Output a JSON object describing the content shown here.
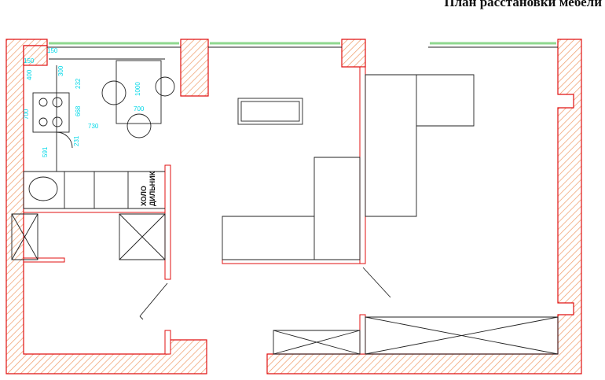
{
  "title": "План расстановки мебели",
  "dimensions": [
    "150",
    "150",
    "400",
    "300",
    "232",
    "700",
    "668",
    "730",
    "1000",
    "700",
    "231",
    "591"
  ],
  "fridge_label": [
    "ХОЛО",
    "ДИЛЬНИК"
  ],
  "colors": {
    "wall_outline": "#e01010",
    "hatch": "#f0a070",
    "dimension": "#00d8e8",
    "window": "#8fd88f"
  }
}
